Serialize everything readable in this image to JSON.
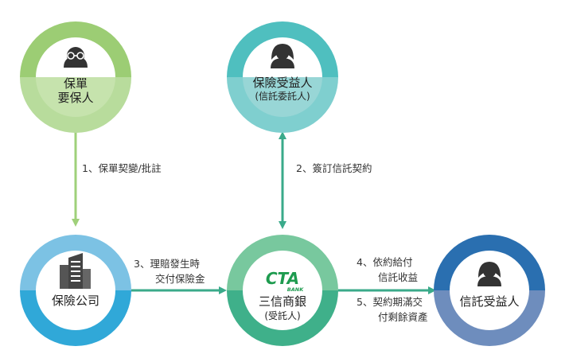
{
  "nodes": {
    "policyholder": {
      "line1": "保單",
      "line2": "要保人",
      "colors": {
        "outer_top": "#9ccd74",
        "outer_bottom": "#b8dc9c",
        "inner_top": "#ffffff",
        "inner_bottom": "#c6e3ad"
      },
      "icon": "man-with-glasses-icon"
    },
    "beneficiary": {
      "line1": "保險受益人",
      "line2": "(信託委託人)",
      "colors": {
        "outer_top": "#4fbfbf",
        "outer_bottom": "#7fcfcf",
        "inner_top": "#ffffff",
        "inner_bottom": "#98d6d6"
      },
      "icon": "woman-icon"
    },
    "insurer": {
      "line1": "保險公司",
      "colors": {
        "outer_top": "#7cc2e4",
        "outer_bottom": "#30a8d8",
        "inner_top": "#ffffff",
        "inner_bottom": "#ffffff"
      },
      "icon": "office-building-icon"
    },
    "trustee": {
      "logo_main": "CTA",
      "logo_sub": "BANK",
      "line1": "三信商銀",
      "line2": "(受託人)",
      "colors": {
        "outer_top": "#78c89e",
        "outer_bottom": "#3fb08a",
        "inner_top": "#ffffff",
        "inner_bottom": "#ffffff",
        "logo": "#1e9b4f"
      },
      "icon": "cta-bank-logo"
    },
    "trust_beneficiary": {
      "line1": "信託受益人",
      "colors": {
        "outer_top": "#2a6fb0",
        "outer_bottom": "#6e8dbd",
        "inner_top": "#ffffff",
        "inner_bottom": "#ffffff"
      },
      "icon": "woman-icon"
    }
  },
  "edges": {
    "e1": {
      "label": "1、保單契變/批註",
      "color": "#9fd07a"
    },
    "e2": {
      "label": "2、簽訂信託契約",
      "color": "#3aaa8a"
    },
    "e3": {
      "label_line1": "3、理賠發生時",
      "label_line2": "交付保險金",
      "color": "#3aaa8a"
    },
    "e4": {
      "label_line1": "4、依約給付",
      "label_line2": "信託收益",
      "color": "#3aaa8a"
    },
    "e5": {
      "label_line1": "5、契約期滿交",
      "label_line2": "付剩餘資產",
      "color": "#3aaa8a"
    }
  }
}
